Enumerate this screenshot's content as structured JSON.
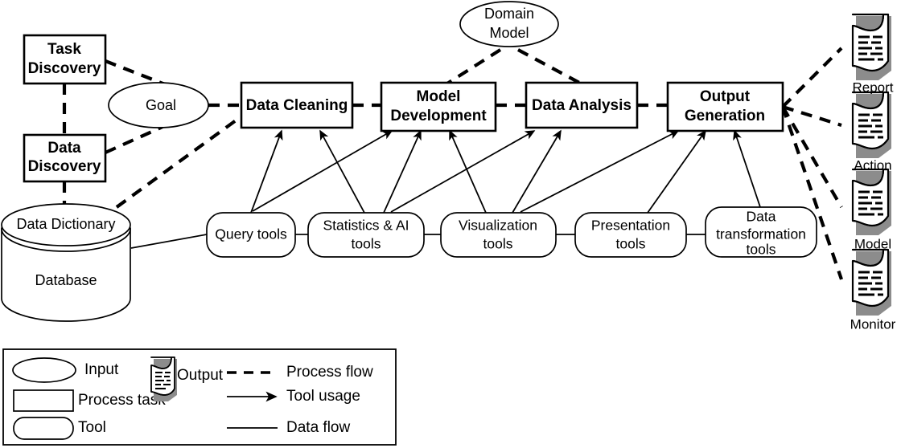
{
  "diagram": {
    "title": "Data science process flow diagram",
    "inputs": [
      {
        "id": "goal",
        "label": "Goal"
      },
      {
        "id": "domain_model",
        "label_line1": "Domain",
        "label_line2": "Model"
      }
    ],
    "process_tasks": [
      {
        "id": "task_discovery",
        "label_line1": "Task",
        "label_line2": "Discovery"
      },
      {
        "id": "data_discovery",
        "label_line1": "Data",
        "label_line2": "Discovery"
      },
      {
        "id": "data_cleaning",
        "label_line1": "Data Cleaning",
        "label_line2": ""
      },
      {
        "id": "model_development",
        "label_line1": "Model",
        "label_line2": "Development"
      },
      {
        "id": "data_analysis",
        "label_line1": "Data Analysis",
        "label_line2": ""
      },
      {
        "id": "output_generation",
        "label_line1": "Output",
        "label_line2": "Generation"
      }
    ],
    "datastore": {
      "id": "database",
      "top_label": "Data Dictionary",
      "body_label": "Database"
    },
    "tools": [
      {
        "id": "query_tools",
        "line1": "Query tools",
        "line2": "",
        "line3": ""
      },
      {
        "id": "statistics_ai_tools",
        "line1": "Statistics & AI",
        "line2": "tools",
        "line3": ""
      },
      {
        "id": "visualization_tools",
        "line1": "Visualization",
        "line2": "tools",
        "line3": ""
      },
      {
        "id": "presentation_tools",
        "line1": "Presentation",
        "line2": "tools",
        "line3": ""
      },
      {
        "id": "data_transformation_tools",
        "line1": "Data",
        "line2": "transformation",
        "line3": "tools"
      }
    ],
    "outputs": [
      {
        "id": "report",
        "label": "Report"
      },
      {
        "id": "action",
        "label": "Action"
      },
      {
        "id": "model",
        "label": "Model"
      },
      {
        "id": "monitor",
        "label": "Monitor"
      }
    ],
    "legend": {
      "shapes": [
        {
          "id": "input",
          "label": "Input",
          "shape": "ellipse"
        },
        {
          "id": "process-task",
          "label": "Process task",
          "shape": "rectangle"
        },
        {
          "id": "tool",
          "label": "Tool",
          "shape": "stadium"
        },
        {
          "id": "output",
          "label": "Output",
          "shape": "document"
        }
      ],
      "edges": [
        {
          "id": "process-flow",
          "label": "Process flow",
          "style": "dashed"
        },
        {
          "id": "tool-usage",
          "label": "Tool usage",
          "style": "arrow"
        },
        {
          "id": "data-flow",
          "label": "Data flow",
          "style": "solid"
        }
      ]
    },
    "colors": {
      "stroke": "#000000",
      "fill": "#ffffff",
      "doc_shadow": "#8c8c8c"
    }
  }
}
